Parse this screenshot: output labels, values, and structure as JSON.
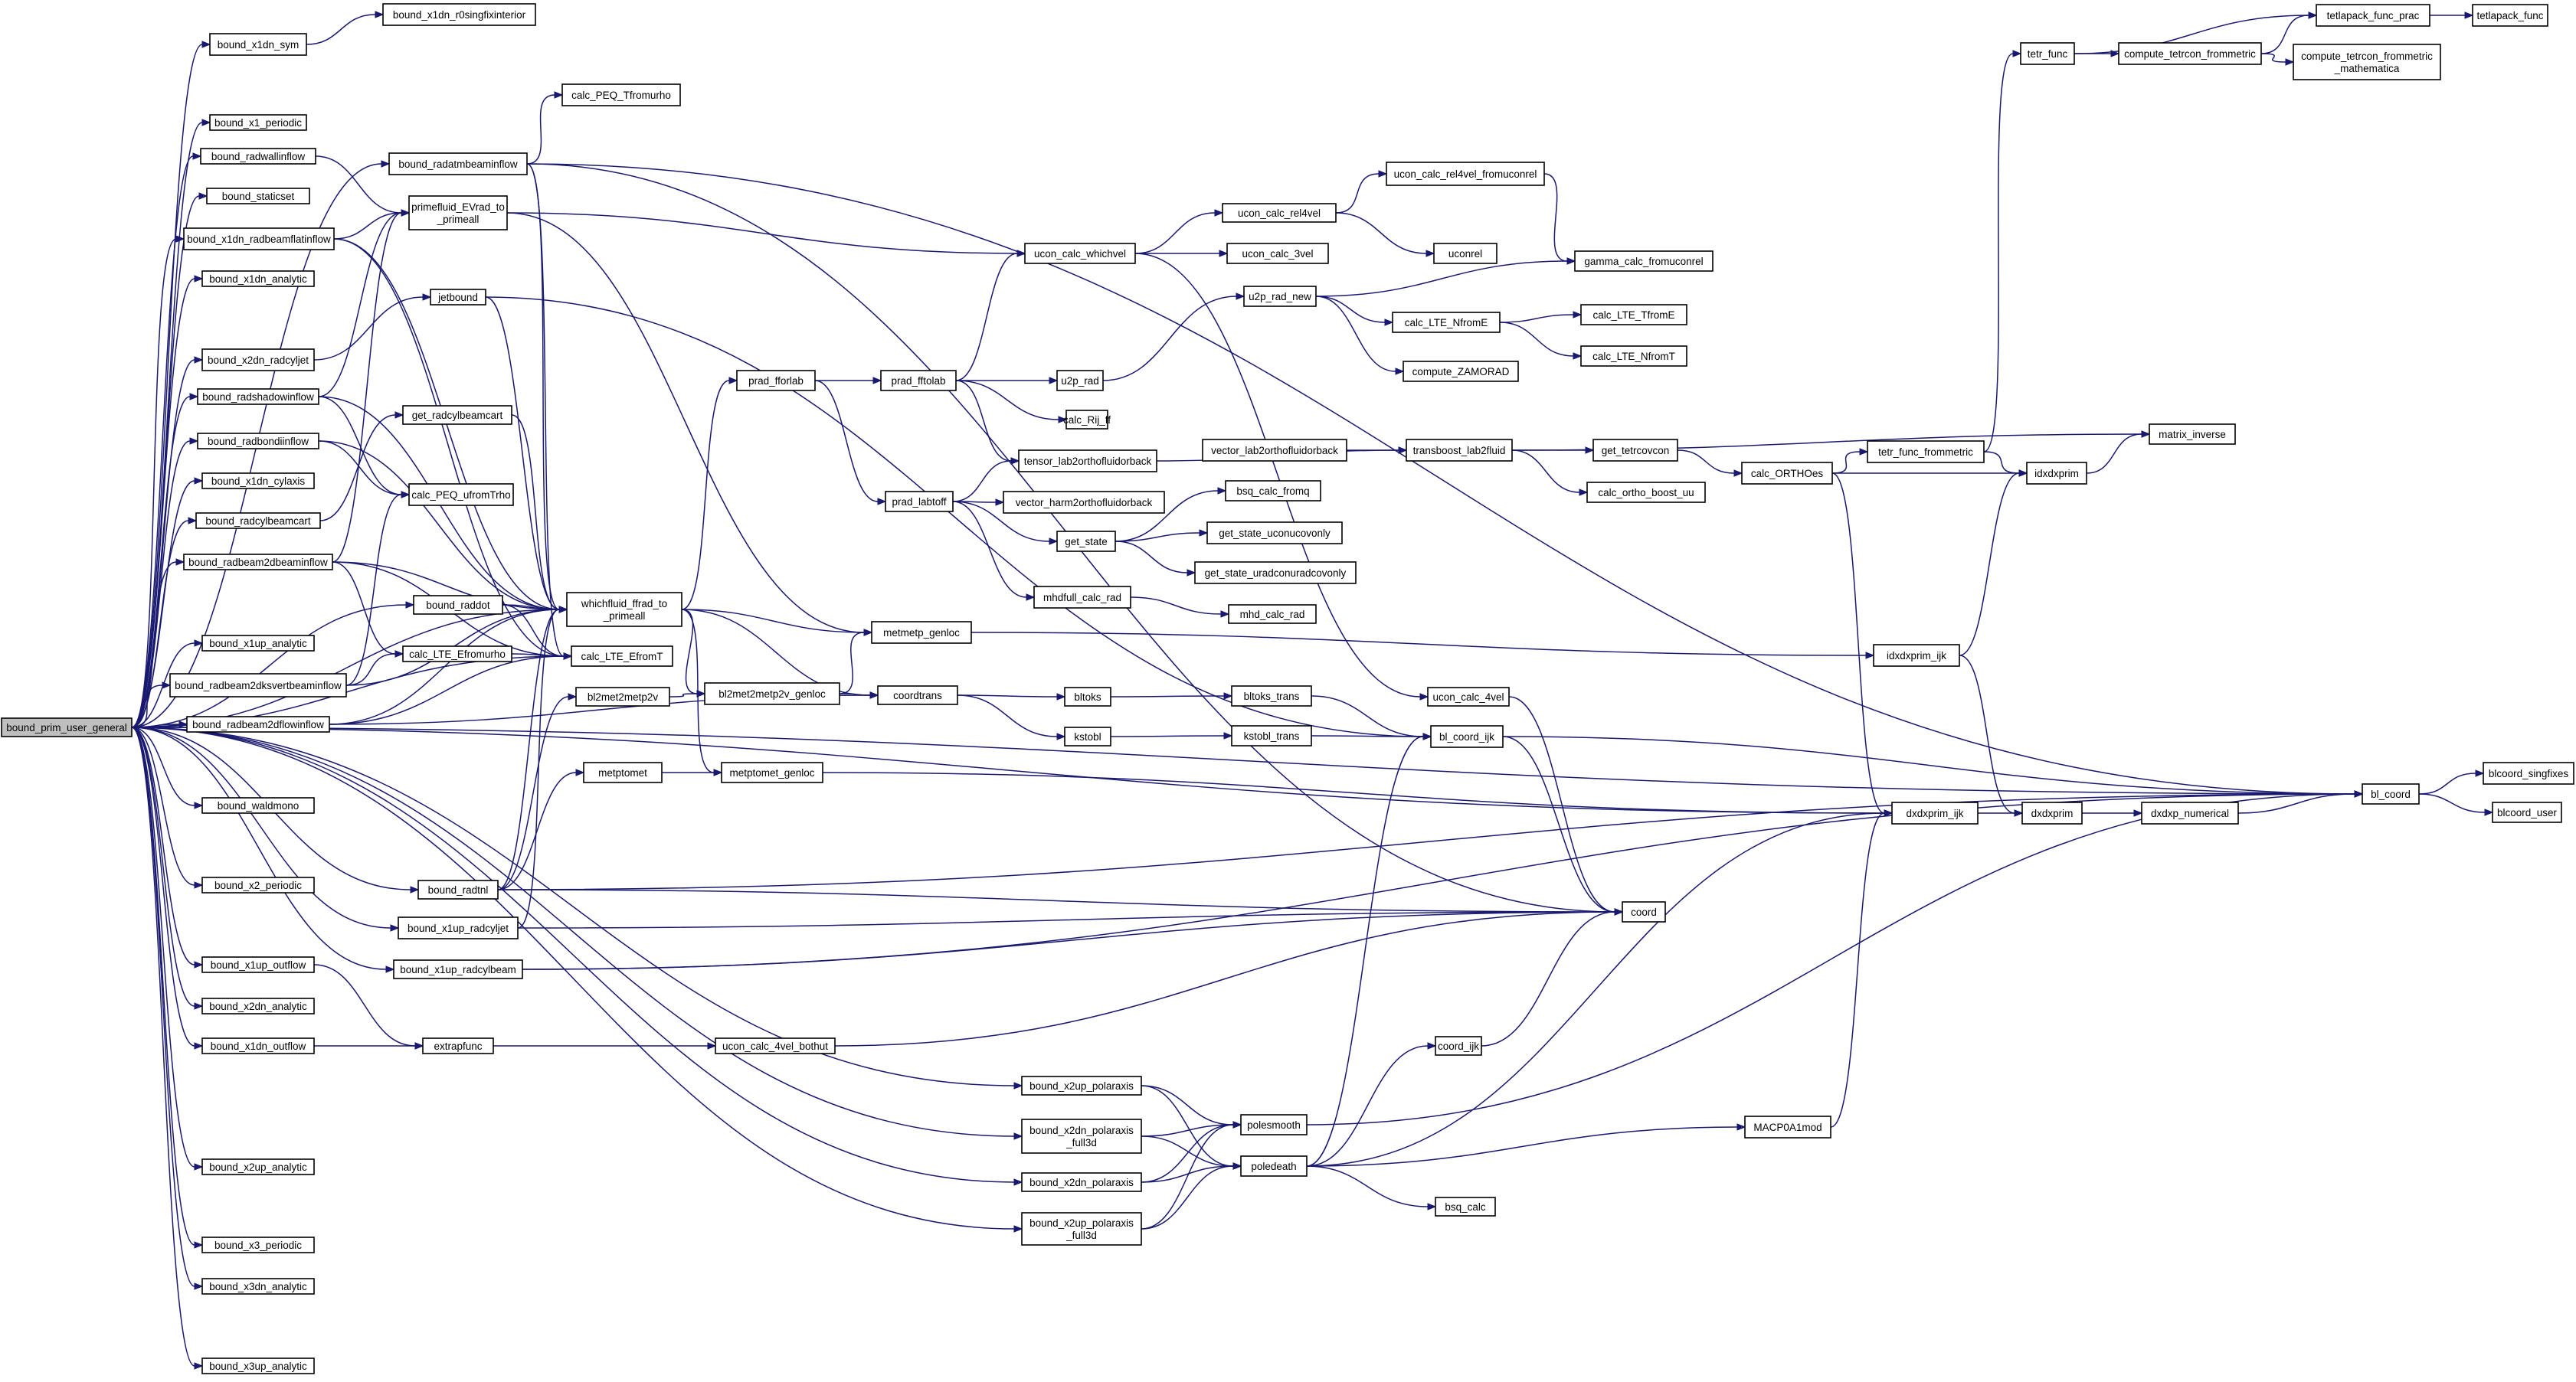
{
  "graph": {
    "root": "bound_prim_user_general",
    "nodes": {
      "root": "bound_prim_user_general",
      "x1dn_sym": "bound_x1dn_sym",
      "x1dn_r0sing": "bound_x1dn_r0singfixinterior",
      "x1_periodic": "bound_x1_periodic",
      "radwallinflow": "bound_radwallinflow",
      "staticset": "bound_staticset",
      "x1dn_radbeamflat": "bound_x1dn_radbeamflatinflow",
      "x1dn_analytic": "bound_x1dn_analytic",
      "x2dn_radcyljet": "bound_x2dn_radcyljet",
      "radshadowinflow": "bound_radshadowinflow",
      "radbondiinflow": "bound_radbondiinflow",
      "x1dn_cylaxis": "bound_x1dn_cylaxis",
      "radcylbeamcart": "bound_radcylbeamcart",
      "radbeam2dbeaminflow": "bound_radbeam2dbeaminflow",
      "x1up_analytic": "bound_x1up_analytic",
      "radbeam2dksvert": "bound_radbeam2dksvertbeaminflow",
      "radbeam2dflowinflow": "bound_radbeam2dflowinflow",
      "waldmono": "bound_waldmono",
      "x2_periodic": "bound_x2_periodic",
      "x1up_outflow": "bound_x1up_outflow",
      "x2dn_analytic": "bound_x2dn_analytic",
      "x1dn_outflow": "bound_x1dn_outflow",
      "x2up_analytic": "bound_x2up_analytic",
      "x3_periodic": "bound_x3_periodic",
      "x3dn_analytic": "bound_x3dn_analytic",
      "x3up_analytic": "bound_x3up_analytic",
      "radatmbeaminflow": "bound_radatmbeaminflow",
      "calc_PEQ_Tfromurho": "calc_PEQ_Tfromurho",
      "primefluid": [
        "primefluid_EVrad_to",
        "_primeall"
      ],
      "jetbound": "jetbound",
      "get_radcylbeamcart": "get_radcylbeamcart",
      "calc_PEQ_ufromTrho": "calc_PEQ_ufromTrho",
      "whichfluid": [
        "whichfluid_ffrad_to",
        "_primeall"
      ],
      "calc_LTE_Efromurho": "calc_LTE_Efromurho",
      "calc_LTE_EfromT": "calc_LTE_EfromT",
      "bound_raddot": "bound_raddot",
      "bl2met2metp2v": "bl2met2metp2v",
      "metptomet": "metptomet",
      "bound_radtnl": "bound_radtnl",
      "x1up_radcyljet": "bound_x1up_radcyljet",
      "x1up_radcylbeam": "bound_x1up_radcylbeam",
      "extrapfunc": "extrapfunc",
      "prad_fforlab": "prad_fforlab",
      "metmetp_genloc": "metmetp_genloc",
      "bl2met2metp2v_genloc": "bl2met2metp2v_genloc",
      "coordtrans": "coordtrans",
      "metptomet_genloc": "metptomet_genloc",
      "ucon_calc_4vel_bothut": "ucon_calc_4vel_bothut",
      "x2up_polaraxis": "bound_x2up_polaraxis",
      "x2dn_polaraxis_full3d": [
        "bound_x2dn_polaraxis",
        "_full3d"
      ],
      "x2dn_polaraxis": "bound_x2dn_polaraxis",
      "x2up_polaraxis_full3d": [
        "bound_x2up_polaraxis",
        "_full3d"
      ],
      "prad_fftolab": "prad_fftolab",
      "ucon_calc_whichvel": "ucon_calc_whichvel",
      "u2p_rad": "u2p_rad",
      "calc_Rij_ff": "calc_Rij_ff",
      "tensor_lab2orthofluidorback": "tensor_lab2orthofluidorback",
      "prad_labtoff": "prad_labtoff",
      "vector_harm2orthofluidorback": "vector_harm2orthofluidorback",
      "get_state": "get_state",
      "mhdfull_calc_rad": "mhdfull_calc_rad",
      "bltoks": "bltoks",
      "kstobl": "kstobl",
      "polesmooth": "polesmooth",
      "poledeath": "poledeath",
      "ucon_calc_rel4vel": "ucon_calc_rel4vel",
      "ucon_calc_3vel": "ucon_calc_3vel",
      "u2p_rad_new": "u2p_rad_new",
      "vector_lab2orthofluidorback": "vector_lab2orthofluidorback",
      "bsq_calc_fromq": "bsq_calc_fromq",
      "get_state_uconucovonly": "get_state_uconucovonly",
      "get_state_uradconuradcovonly": "get_state_uradconuradcovonly",
      "mhd_calc_rad": "mhd_calc_rad",
      "bltoks_trans": "bltoks_trans",
      "kstobl_trans": "kstobl_trans",
      "coord_ijk": "coord_ijk",
      "bsq_calc": "bsq_calc",
      "ucon_calc_rel4vel_fromuconrel": "ucon_calc_rel4vel_fromuconrel",
      "uconrel": "uconrel",
      "calc_LTE_NfromE": "calc_LTE_NfromE",
      "compute_ZAMORAD": "compute_ZAMORAD",
      "transboost_lab2fluid": "transboost_lab2fluid",
      "calc_ortho_boost_uu": "calc_ortho_boost_uu",
      "ucon_calc_4vel": "ucon_calc_4vel",
      "bl_coord_ijk": "bl_coord_ijk",
      "coord": "coord",
      "MACP0A1mod": "MACP0A1mod",
      "gamma_calc_fromuconrel": "gamma_calc_fromuconrel",
      "calc_LTE_TfromE": "calc_LTE_TfromE",
      "calc_LTE_NfromT": "calc_LTE_NfromT",
      "get_tetrcovcon": "get_tetrcovcon",
      "calc_ORTHOes": "calc_ORTHOes",
      "tetr_func_frommetric": "tetr_func_frommetric",
      "idxdxprim_ijk": "idxdxprim_ijk",
      "dxdxprim_ijk": "dxdxprim_ijk",
      "tetr_func": "tetr_func",
      "compute_tetrcon_frommetric": "compute_tetrcon_frommetric",
      "compute_tetrcon_frommetric_mathematica": [
        "compute_tetrcon_frommetric",
        "_mathematica"
      ],
      "idxdxprim": "idxdxprim",
      "dxdxprim": "dxdxprim",
      "dxdxp_numerical": "dxdxp_numerical",
      "tetlapack_func_prac": "tetlapack_func_prac",
      "tetlapack_func": "tetlapack_func",
      "matrix_inverse": "matrix_inverse",
      "bl_coord": "bl_coord",
      "blcoord_singfixes": "blcoord_singfixes",
      "blcoord_user": "blcoord_user"
    }
  }
}
